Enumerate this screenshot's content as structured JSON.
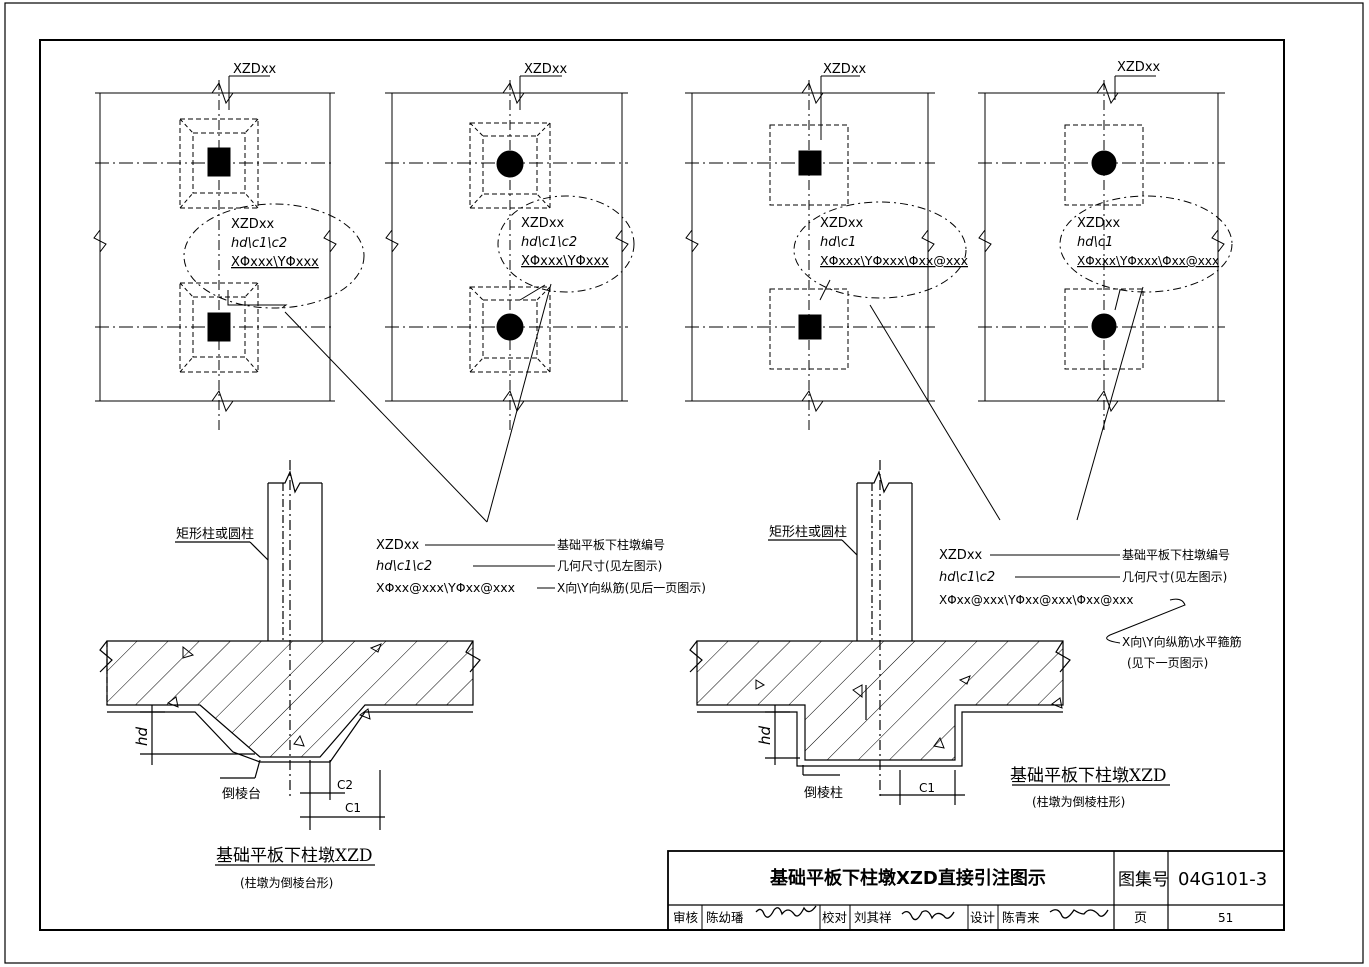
{
  "plan_views": {
    "tag": "XZDxx",
    "callout_a": {
      "line1": "XZDxx",
      "line2": "hd\\c1\\c2",
      "line3": "XΦxxx\\YΦxxx"
    },
    "callout_b": {
      "line1": "XZDxx",
      "line2": "hd\\c1",
      "line3": "XΦxxx\\YΦxxx\\Φxx@xxx"
    }
  },
  "left_section": {
    "column_label": "矩形柱或圆柱",
    "legend": [
      {
        "code": "XZDxx",
        "desc": "基础平板下柱墩编号"
      },
      {
        "code": "hd\\c1\\c2",
        "desc": "几何尺寸(见左图示)"
      },
      {
        "code": "XΦxx@xxx\\YΦxx@xxx",
        "desc": "X向\\Y向纵筋(见后一页图示)"
      }
    ],
    "hd_label": "hd",
    "c1_label": "C1",
    "c2_label": "C2",
    "pier_label": "倒棱台",
    "caption": "基础平板下柱墩XZD",
    "subcaption": "(柱墩为倒棱台形)"
  },
  "right_section": {
    "column_label": "矩形柱或圆柱",
    "legend": [
      {
        "code": "XZDxx",
        "desc": "基础平板下柱墩编号"
      },
      {
        "code": "hd\\c1\\c2",
        "desc": "几何尺寸(见左图示)"
      },
      {
        "code": "XΦxx@xxx\\YΦxx@xxx\\Φxx@xxx",
        "desc": ""
      }
    ],
    "note_line1": "X向\\Y向纵筋\\水平箍筋",
    "note_line2": "(见下一页图示)",
    "hd_label": "hd",
    "c1_label": "C1",
    "pier_label": "倒棱柱",
    "caption": "基础平板下柱墩XZD",
    "subcaption": "(柱墩为倒棱柱形)"
  },
  "title_block": {
    "title": "基础平板下柱墩XZD直接引注图示",
    "atlas_label": "图集号",
    "atlas_no": "04G101-3",
    "review_label": "审核",
    "reviewer": "陈幼璠",
    "check_label": "校对",
    "checker": "刘其祥",
    "design_label": "设计",
    "designer": "陈青来",
    "page_label": "页",
    "page_no": "51"
  }
}
